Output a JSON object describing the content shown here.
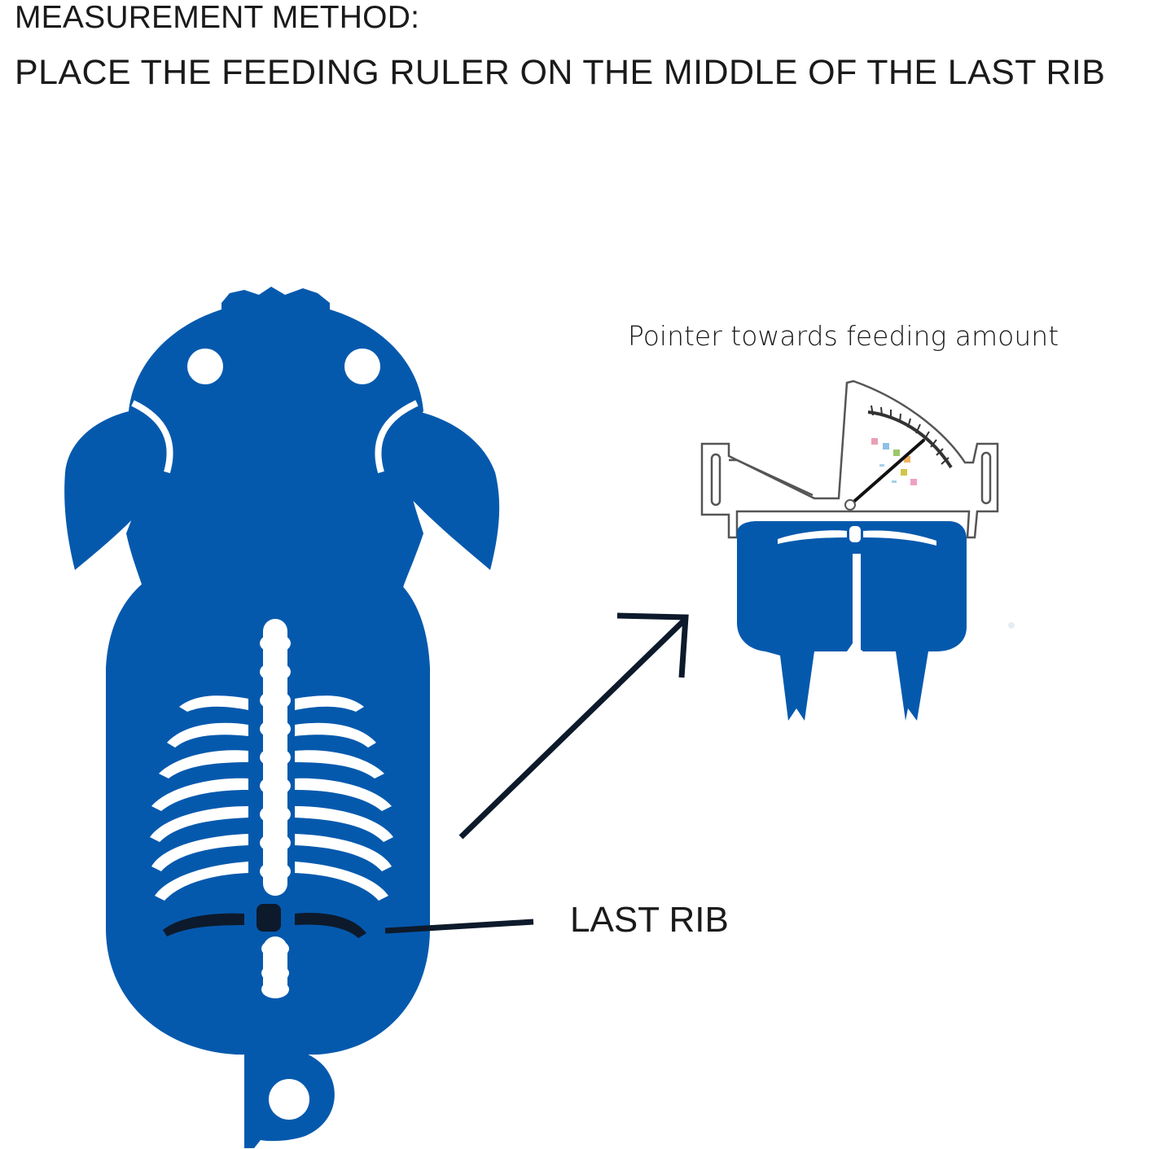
{
  "heading": {
    "line1": "MEASUREMENT METHOD:",
    "line2": "PLACE THE FEEDING RULER ON THE MIDDLE OF THE LAST RIB"
  },
  "callouts": {
    "pointer_caption": "Pointer towards feeding amount",
    "last_rib": "LAST RIB"
  },
  "colors": {
    "pig_blue": "#0559ad",
    "outline": "#0d1a2b",
    "ruler_line": "#555555",
    "background": "#ffffff"
  },
  "icons": {
    "pig": "pig-topview-icon",
    "arrow": "arrow-up-right-icon",
    "ruler": "feeding-ruler-icon"
  }
}
